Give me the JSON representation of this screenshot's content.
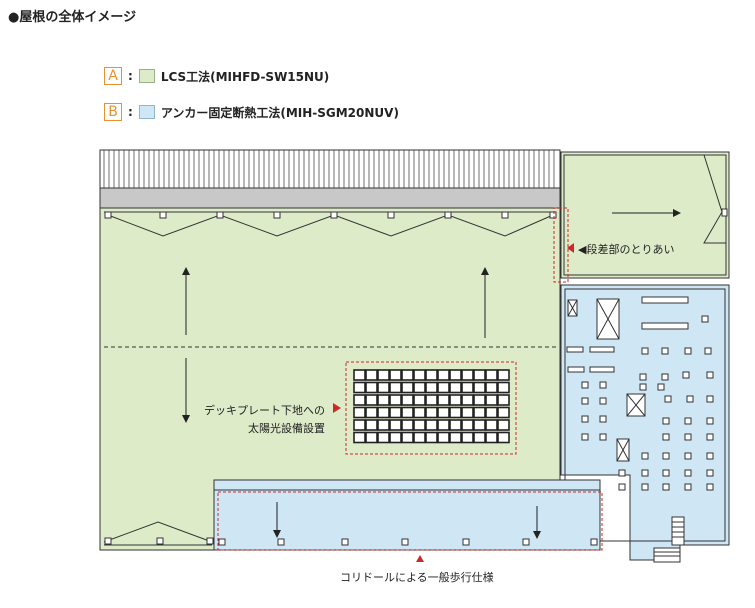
{
  "title": "●屋根の全体イメージ",
  "legend": [
    {
      "badge": "A",
      "label": "LCS工法(MIHFD-SW15NU)",
      "color": "#deebc8"
    },
    {
      "badge": "B",
      "label": "アンカー固定断熱工法(MIH-SGM20NUV)",
      "color": "#cfe6f5"
    }
  ],
  "annotations": {
    "step": "◀段差部のとりあい",
    "solar_line1": "デッキプレート下地への",
    "solar_line2": "太陽光設備設置",
    "corridor": "コリドールによる一般歩行仕様"
  },
  "colors": {
    "zone_a": "#deebc8",
    "zone_b": "#cfe6f5",
    "marker": "#cc2a2a",
    "badge": "#e8912f"
  }
}
